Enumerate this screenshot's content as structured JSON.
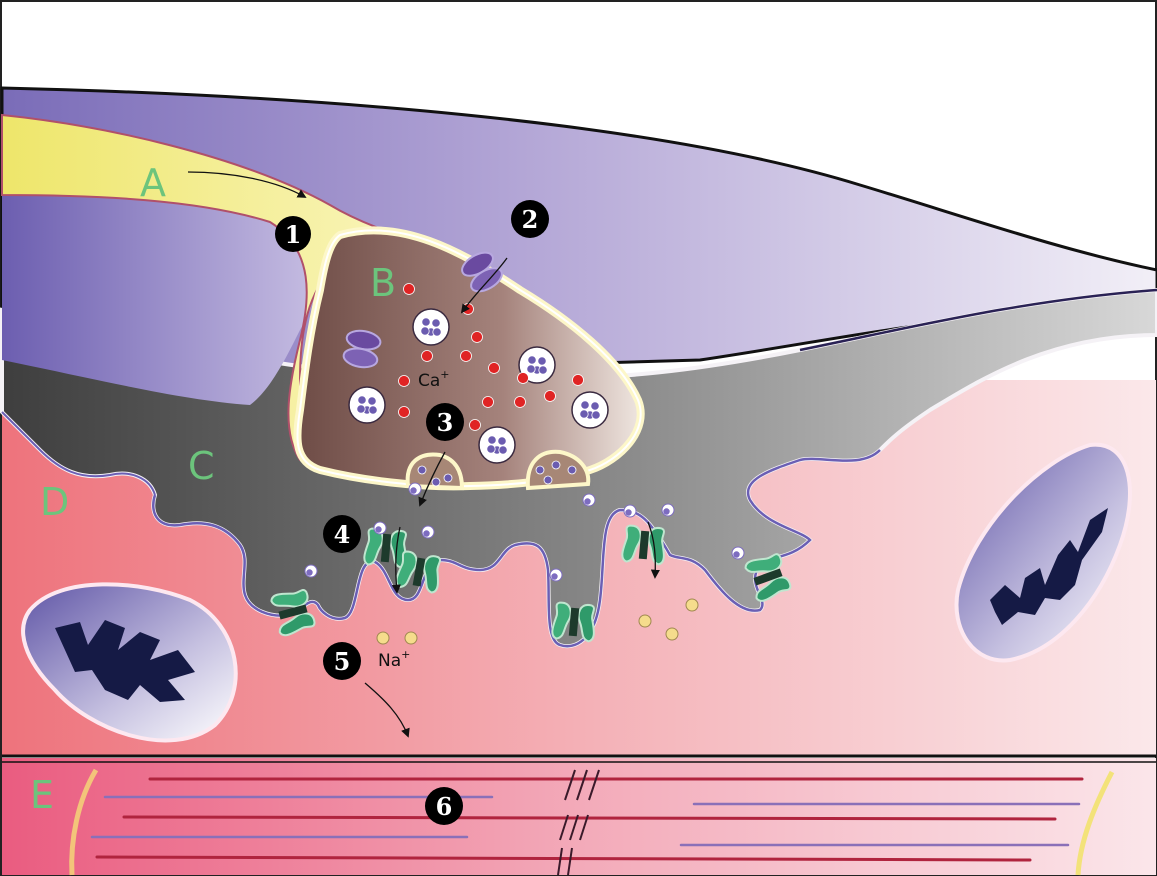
{
  "colors": {
    "axon_yellow": "#f4ef8c",
    "axon_outline": "#c0506a",
    "schwann_purple": "#a99ad0",
    "terminal_brown": "#7a5a52",
    "cleft_gray": "#4c4c4c",
    "muscle_pink": "#f1909a",
    "receptor_green": "#3fae7a",
    "channel_purple": "#6a4aa0",
    "calcium_red": "#e02424",
    "sodium_yellow": "#f5dc8c",
    "label_green": "#6cc47c",
    "mitochondria_crista": "#151a45"
  },
  "regions": [
    {
      "letter": "A",
      "icon": "axon"
    },
    {
      "letter": "B",
      "icon": "axon-terminal"
    },
    {
      "letter": "C",
      "icon": "synaptic-cleft"
    },
    {
      "letter": "D",
      "icon": "muscle-cell"
    },
    {
      "letter": "E",
      "icon": "myofibril"
    }
  ],
  "steps": [
    "1",
    "2",
    "3",
    "4",
    "5",
    "6"
  ],
  "ions": {
    "calcium": {
      "text": "Ca",
      "sup": "+"
    },
    "sodium": {
      "text": "Na",
      "sup": "+"
    }
  }
}
